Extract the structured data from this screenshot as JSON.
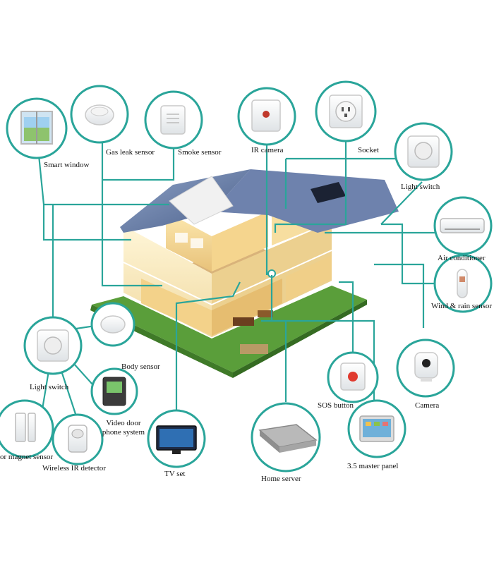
{
  "accent_color": "#2aa59a",
  "devices": [
    {
      "id": "smart-window",
      "label": "Smart window",
      "icon": "window-icon"
    },
    {
      "id": "gas-leak-sensor",
      "label": "Gas leak sensor",
      "icon": "gas-sensor-icon"
    },
    {
      "id": "smoke-sensor",
      "label": "Smoke sensor",
      "icon": "smoke-sensor-icon"
    },
    {
      "id": "ir-camera",
      "label": "IR camera",
      "icon": "ir-camera-icon"
    },
    {
      "id": "socket",
      "label": "Socket",
      "icon": "socket-icon"
    },
    {
      "id": "light-switch-top",
      "label": "Light switch",
      "icon": "light-switch-icon"
    },
    {
      "id": "air-conditioner",
      "label": "Air conditioner",
      "icon": "air-conditioner-icon"
    },
    {
      "id": "wind-rain-sensor",
      "label": "Wind & rain sensor",
      "icon": "wind-rain-sensor-icon"
    },
    {
      "id": "camera",
      "label": "Camera",
      "icon": "camera-icon"
    },
    {
      "id": "light-switch-left",
      "label": "Light switch",
      "icon": "light-switch-icon"
    },
    {
      "id": "body-sensor",
      "label": "Body sensor",
      "icon": "body-sensor-icon"
    },
    {
      "id": "video-door-phone",
      "label_lines": [
        "Video door",
        "phone system"
      ],
      "icon": "video-door-phone-icon"
    },
    {
      "id": "door-magnet-sensor",
      "label": "or magnet sensor",
      "icon": "door-magnet-sensor-icon"
    },
    {
      "id": "wireless-ir-detector",
      "label": "Wireless IR detector",
      "icon": "ir-detector-icon"
    },
    {
      "id": "tv-set",
      "label": "TV set",
      "icon": "tv-icon"
    },
    {
      "id": "home-server",
      "label": "Home server",
      "icon": "home-server-icon"
    },
    {
      "id": "sos-button",
      "label": "SOS button",
      "icon": "sos-button-icon"
    },
    {
      "id": "master-panel",
      "label": "3.5 master panel",
      "icon": "master-panel-icon"
    }
  ]
}
